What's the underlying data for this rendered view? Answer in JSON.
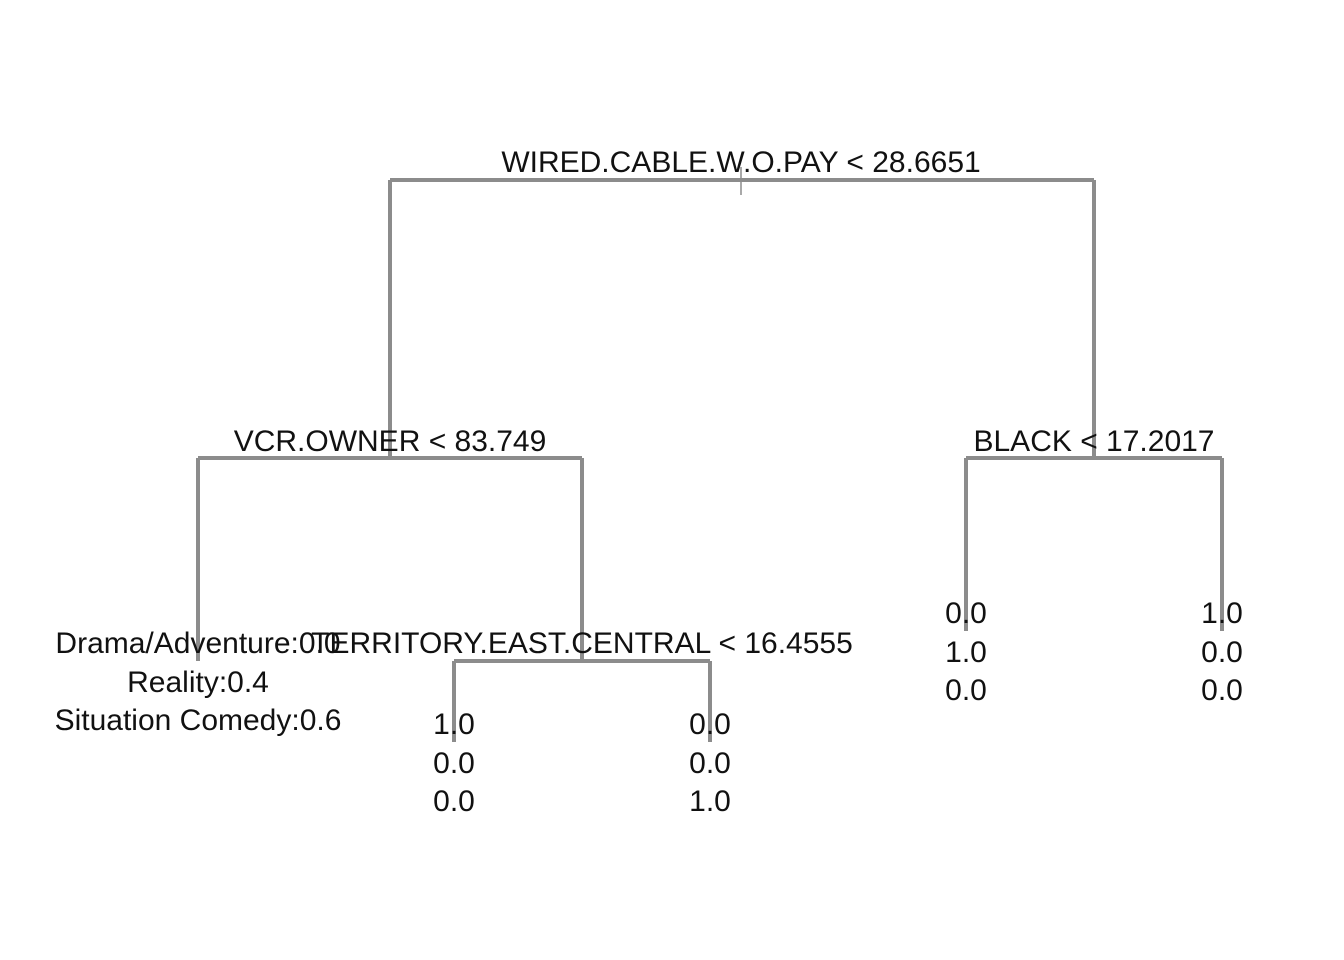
{
  "tree": {
    "root": {
      "split": "WIRED.CABLE.W.O.PAY < 28.6651",
      "left": {
        "split": "VCR.OWNER < 83.749",
        "left": {
          "leaf": [
            "Drama/Adventure:0.0",
            "Reality:0.4",
            "Situation Comedy:0.6"
          ]
        },
        "right": {
          "split": "TERRITORY.EAST.CENTRAL < 16.4555",
          "left": {
            "leaf": [
              "1.0",
              "0.0",
              "0.0"
            ]
          },
          "right": {
            "leaf": [
              "0.0",
              "0.0",
              "1.0"
            ]
          }
        }
      },
      "right": {
        "split": "BLACK < 17.2017",
        "left": {
          "leaf": [
            "0.0",
            "1.0",
            "0.0"
          ]
        },
        "right": {
          "leaf": [
            "1.0",
            "0.0",
            "0.0"
          ]
        }
      }
    },
    "branch_color": "#8c8c8c",
    "text_color": "#111111"
  }
}
